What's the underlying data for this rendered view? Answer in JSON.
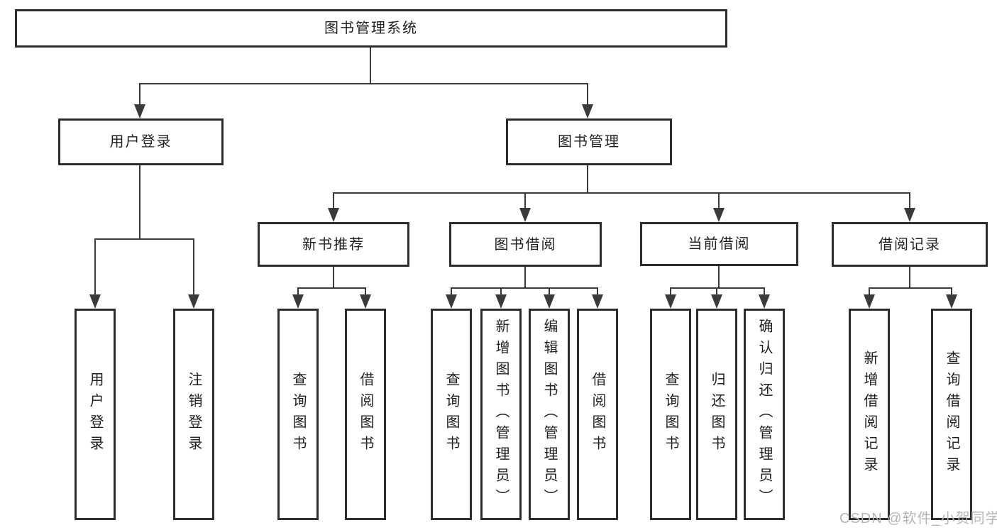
{
  "tree": {
    "root": {
      "label": "图书管理系统"
    },
    "branches": [
      {
        "label": "用户登录",
        "children": [
          {
            "label": "用户登录"
          },
          {
            "label": "注销登录"
          }
        ]
      },
      {
        "label": "图书管理",
        "sections": [
          {
            "label": "新书推荐",
            "children": [
              {
                "label": "查询图书"
              },
              {
                "label": "借阅图书"
              }
            ]
          },
          {
            "label": "图书借阅",
            "children": [
              {
                "label": "查询图书"
              },
              {
                "label": "新增图书（管理员）"
              },
              {
                "label": "编辑图书（管理员）"
              },
              {
                "label": "借阅图书"
              }
            ]
          },
          {
            "label": "当前借阅",
            "children": [
              {
                "label": "查询图书"
              },
              {
                "label": "归还图书"
              },
              {
                "label": "确认归还（管理员）"
              }
            ]
          },
          {
            "label": "借阅记录",
            "children": [
              {
                "label": "新增借阅记录"
              },
              {
                "label": "查询借阅记录"
              }
            ]
          }
        ]
      }
    ]
  },
  "watermark": {
    "text": "CSDN @软件_小贺同学"
  },
  "colors": {
    "line": "#3a3a3a",
    "box_border": "#2d2d2d",
    "text": "#1f1f1f",
    "watermark": "#b5b5b5",
    "background": "#ffffff"
  }
}
